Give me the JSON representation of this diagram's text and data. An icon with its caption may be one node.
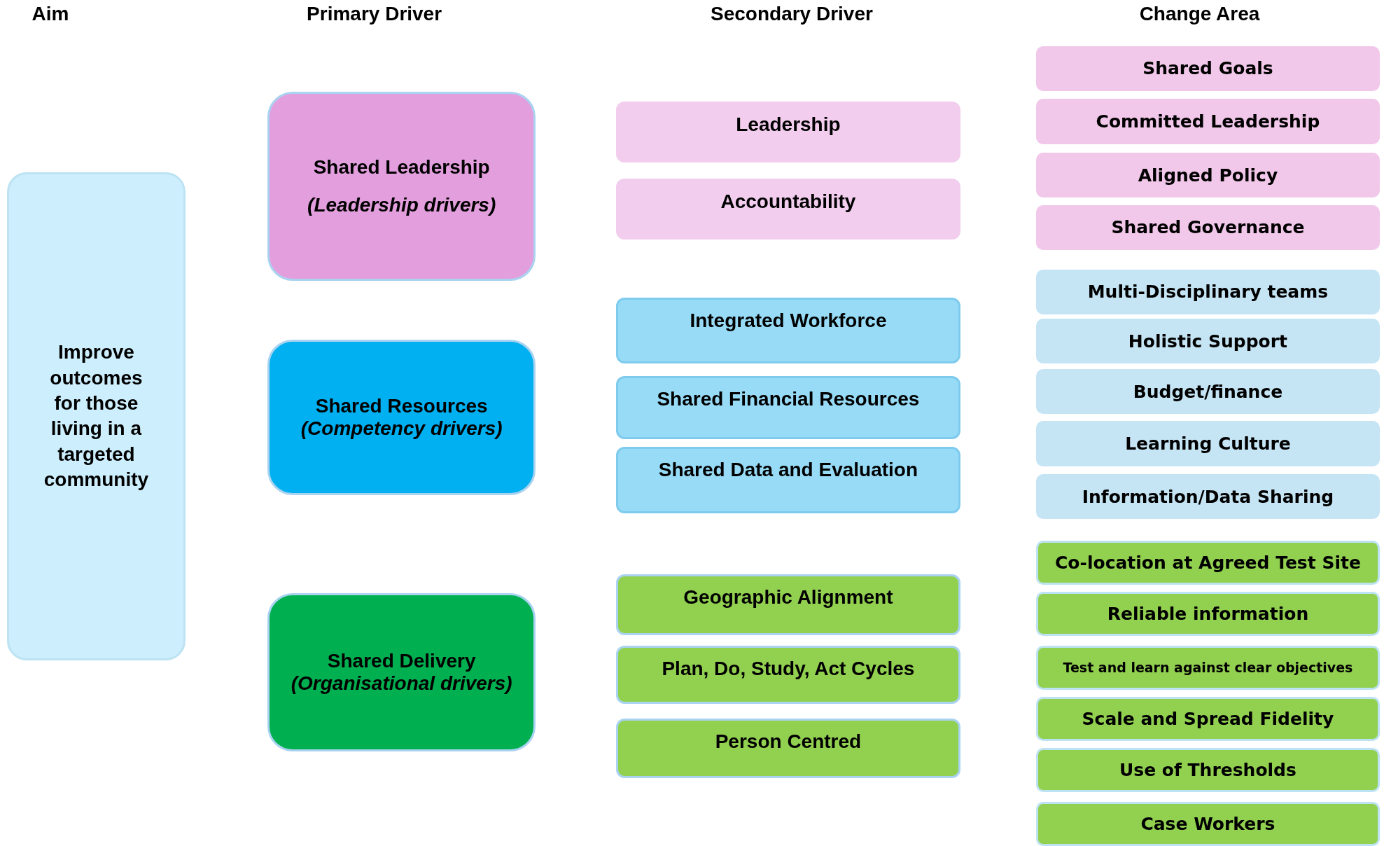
{
  "diagram": {
    "nodes": [
      {
        "text": [
          "Improve outcomes for those living in a targeted community"
        ]
      },
      {
        "text": [
          "Shared Leadership",
          "(Leadership drivers)"
        ]
      },
      {
        "text": [
          "Shared Resources",
          "(Competency drivers)"
        ]
      },
      {
        "text": [
          "Shared Delivery",
          "(Organisational drivers)"
        ]
      },
      {
        "text": [
          "Leadership"
        ]
      },
      {
        "text": [
          "Accountability"
        ]
      },
      {
        "text": [
          "Integrated Workforce"
        ]
      },
      {
        "text": [
          "Shared Financial Resources"
        ]
      },
      {
        "text": [
          "Shared Data and Evaluation"
        ]
      },
      {
        "text": [
          "Geographic Alignment"
        ]
      },
      {
        "text": [
          "Plan, Do, Study, Act  Cycles"
        ]
      },
      {
        "text": [
          "Person Centred"
        ]
      },
      {
        "text": [
          "Shared Goals"
        ]
      },
      {
        "text": [
          "Committed Leadership"
        ]
      },
      {
        "text": [
          "Aligned Policy"
        ]
      },
      {
        "text": [
          "Shared Governance"
        ]
      },
      {
        "text": [
          "Multi-Disciplinary teams"
        ]
      },
      {
        "text": [
          "Holistic Support"
        ]
      },
      {
        "text": [
          "Budget/finance"
        ]
      },
      {
        "text": [
          "Learning Culture"
        ]
      },
      {
        "text": [
          "Information/Data Sharing"
        ]
      },
      {
        "text": [
          "Co-location at Agreed Test Site"
        ]
      },
      {
        "text": [
          "Reliable information"
        ]
      },
      {
        "text": [
          "Test and learn against clear objectives"
        ]
      },
      {
        "text": [
          "Scale and Spread Fidelity"
        ]
      },
      {
        "text": [
          "Use of Thresholds"
        ]
      },
      {
        "text": [
          "Case Workers"
        ]
      }
    ],
    "labels": [
      "Aim",
      "Primary Driver",
      "Secondary Driver",
      "Change Area"
    ]
  }
}
